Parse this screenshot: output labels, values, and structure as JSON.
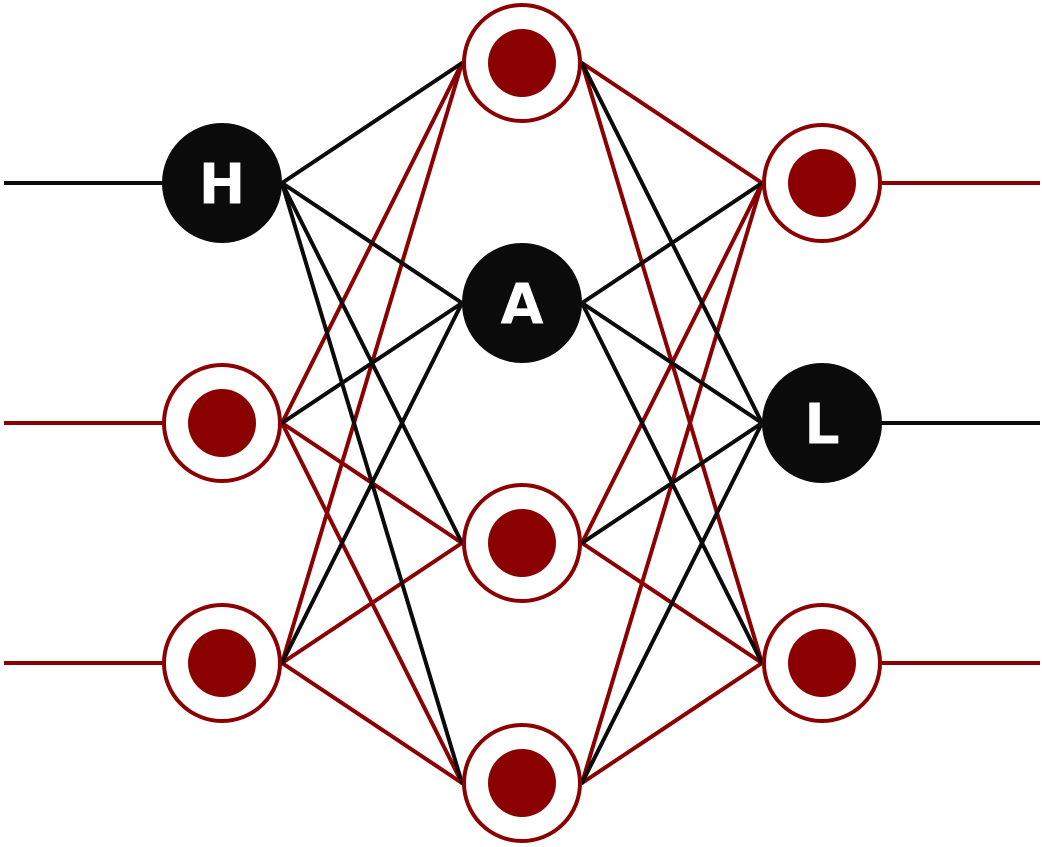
{
  "diagram": {
    "colors": {
      "red": "#8b0000",
      "black": "#0b0b0b",
      "white": "#ffffff"
    },
    "layers": [
      {
        "name": "input",
        "nodes": [
          {
            "id": "i0",
            "style": "black",
            "label": "H"
          },
          {
            "id": "i1",
            "style": "red"
          },
          {
            "id": "i2",
            "style": "red"
          }
        ]
      },
      {
        "name": "hidden",
        "nodes": [
          {
            "id": "h0",
            "style": "red"
          },
          {
            "id": "h1",
            "style": "black",
            "label": "A"
          },
          {
            "id": "h2",
            "style": "red"
          },
          {
            "id": "h3",
            "style": "red"
          }
        ]
      },
      {
        "name": "output",
        "nodes": [
          {
            "id": "o0",
            "style": "red"
          },
          {
            "id": "o1",
            "style": "black",
            "label": "L"
          },
          {
            "id": "o2",
            "style": "red"
          }
        ]
      }
    ],
    "connectivity": "fully-connected",
    "highlighted_edge_color": "black",
    "default_edge_color": "red"
  }
}
